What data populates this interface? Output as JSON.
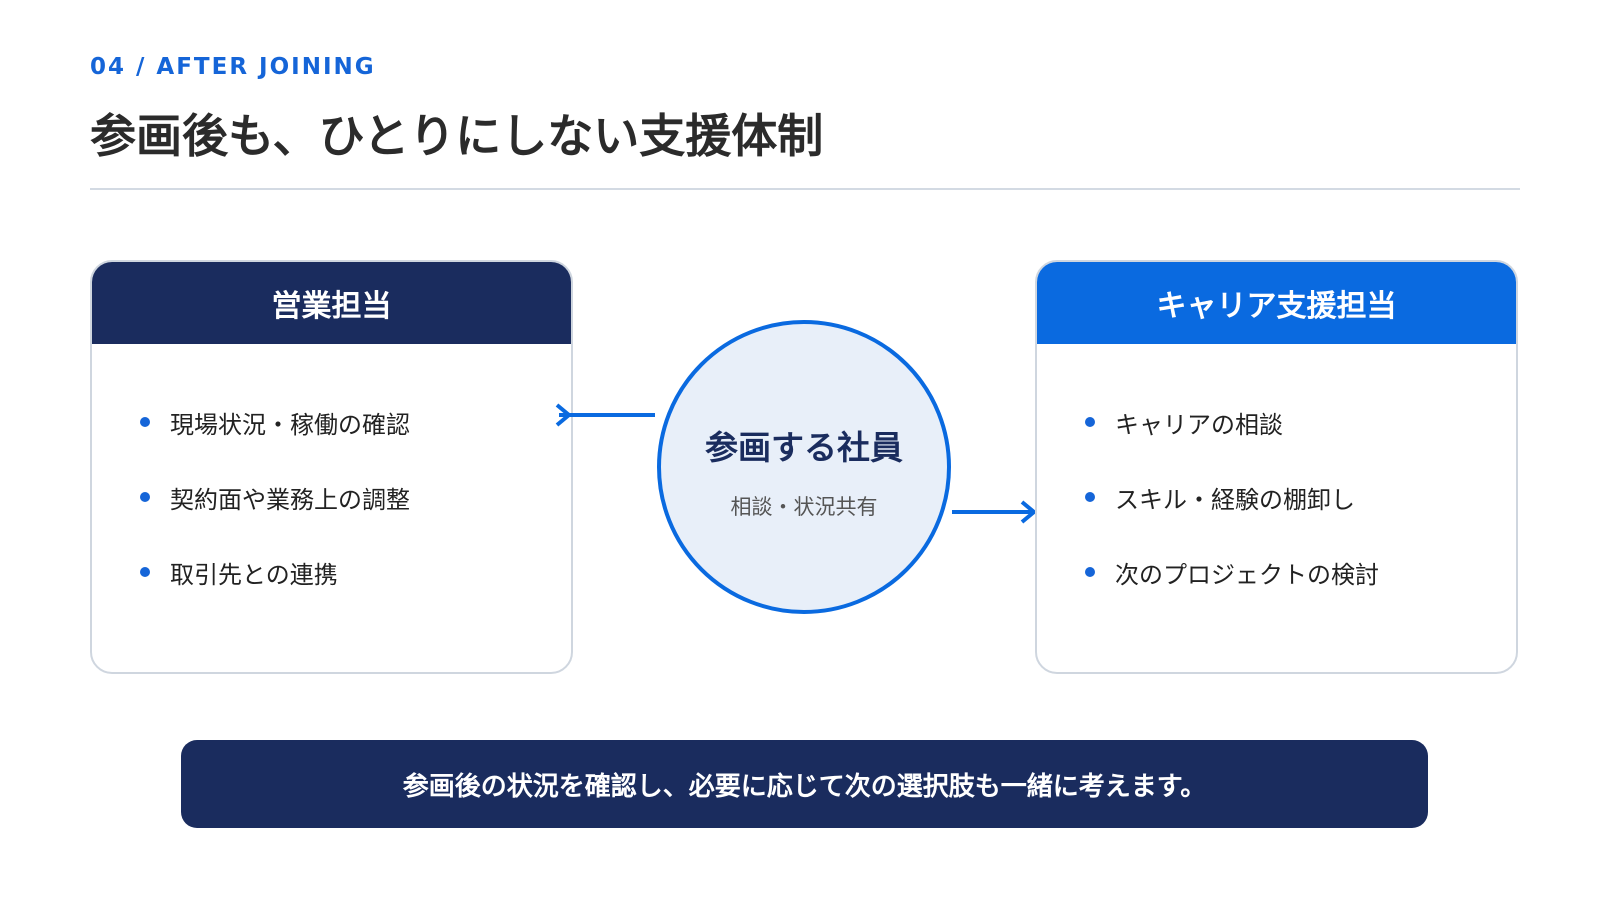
{
  "header": {
    "eyebrow": "04 / AFTER JOINING",
    "title": "参画後も、ひとりにしない支援体制"
  },
  "left_card": {
    "title": "営業担当",
    "items": [
      "現場状況・稼働の確認",
      "契約面や業務上の調整",
      "取引先との連携"
    ]
  },
  "center": {
    "title": "参画する社員",
    "subtitle": "相談・状況共有"
  },
  "right_card": {
    "title": "キャリア支援担当",
    "items": [
      "キャリアの相談",
      "スキル・経験の棚卸し",
      "次のプロジェクトの検討"
    ]
  },
  "banner": {
    "text": "参画後の状況を確認し、必要に応じて次の選択肢も一緒に考えます。"
  },
  "colors": {
    "navy": "#1a2c5e",
    "blue": "#0a6ae0",
    "accent_text": "#1565d8",
    "circle_fill": "#e8eff9"
  }
}
